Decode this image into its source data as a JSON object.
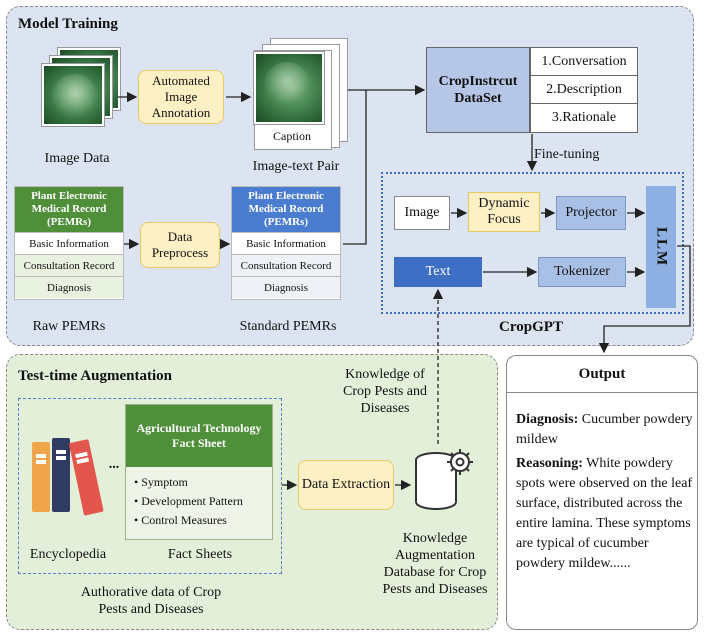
{
  "model_training": {
    "title": "Model Training",
    "image_data_label": "Image Data",
    "auto_annotation": "Automated Image Annotation",
    "image_text_pair_label": "Image-text Pair",
    "caption": "Caption",
    "dataset_title": "CropInstrcut DataSet",
    "dataset_items": [
      "1.Conversation",
      "2.Description",
      "3.Rationale"
    ],
    "fine_tuning": "Fine-tuning",
    "raw_pemr_header": "Plant Electronic Medical Record (PEMRs)",
    "raw_pemr_rows": [
      "Basic Information",
      "Consultation Record",
      "Diagnosis"
    ],
    "raw_pemrs_label": "Raw PEMRs",
    "data_preprocess": "Data Preprocess",
    "std_pemr_header": "Plant Electronic Medical Record (PEMRs)",
    "std_pemr_rows": [
      "Basic Information",
      "Consultation Record",
      "Diagnosis"
    ],
    "std_pemrs_label": "Standard PEMRs"
  },
  "cropgpt": {
    "title": "CropGPT",
    "image": "Image",
    "dynamic_focus": "Dynamic Focus",
    "projector": "Projector",
    "text": "Text",
    "tokenizer": "Tokenizer",
    "llm": "LLM"
  },
  "knowledge_label": "Knowledge of Crop Pests and Diseases",
  "tta": {
    "title": "Test-time Augmentation",
    "fact_sheet_title": "Agricultural Technology Fact Sheet",
    "fact_items": [
      "Symptom",
      "Development Pattern",
      "Control Measures"
    ],
    "ellipsis": "...",
    "encyclopedia": "Encyclopedia",
    "fact_sheets": "Fact Sheets",
    "data_extraction": "Data Extraction",
    "database_label": "Knowledge Augmentation Database for Crop Pests and Diseases",
    "authoritative": "Authorative data of Crop Pests and Diseases"
  },
  "output": {
    "title": "Output",
    "diagnosis_label": "Diagnosis:",
    "diagnosis_text": " Cucumber powdery mildew",
    "reasoning_label": "Reasoning:",
    "reasoning_text": " White powdery spots were observed on the leaf surface, distributed across the entire lamina. These symptoms are typical of cucumber powdery mildew......"
  },
  "colors": {
    "training_bg": "#dde4f1",
    "tta_bg": "#e3efd9",
    "green_header": "#4f8f3a",
    "blue_header": "#4a7dd0",
    "dataset_head": "#b6c6e6",
    "text_box": "#3f6fc4",
    "llm_box": "#8fb0e3"
  }
}
